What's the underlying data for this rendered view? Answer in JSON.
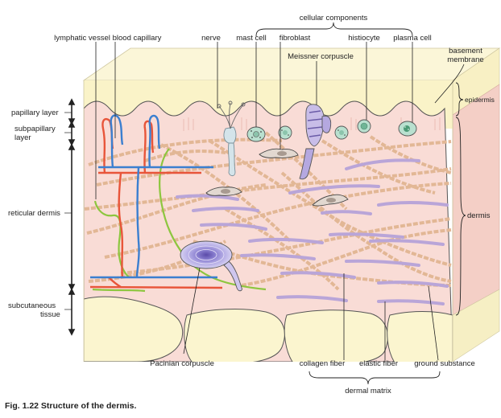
{
  "labels": {
    "cellular_components": "cellular components",
    "lymphatic_vessel": "lymphatic vessel",
    "blood_capillary": "blood capillary",
    "nerve": "nerve",
    "mast_cell": "mast cell",
    "fibroblast": "fibroblast",
    "histiocyte": "histiocyte",
    "plasma_cell": "plasma cell",
    "basement_membrane_1": "basement",
    "basement_membrane_2": "membrane",
    "meissner_corpuscle": "Meissner corpuscle",
    "epidermis": "epidermis",
    "dermis": "dermis",
    "papillary_layer": "papillary layer",
    "subpapillary_layer_1": "subpapillary",
    "subpapillary_layer_2": "layer",
    "reticular_dermis": "reticular dermis",
    "subcutaneous_tissue_1": "subcutaneous",
    "subcutaneous_tissue_2": "tissue",
    "pacinian_corpuscle": "Pacinian corpuscle",
    "collagen_fiber": "collagen fiber",
    "elastic_fiber": "elastic fiber",
    "ground_substance": "ground substance",
    "dermal_matrix": "dermal matrix"
  },
  "caption": "Fig. 1.22 Structure of the dermis.",
  "colors": {
    "epidermis_top": "#faf3c8",
    "dermis_fill": "#f9dcd6",
    "dermis_side": "#f4c9c0",
    "fat_fill": "#fbf5cf",
    "collagen": "#e3b896",
    "elastic": "#b9a5d8",
    "blood_red": "#e8553a",
    "blood_blue": "#3b7fd0",
    "lymph_green": "#8dc63f",
    "nerve": "#c9dbe3",
    "cell_green": "#b9e0cf"
  }
}
